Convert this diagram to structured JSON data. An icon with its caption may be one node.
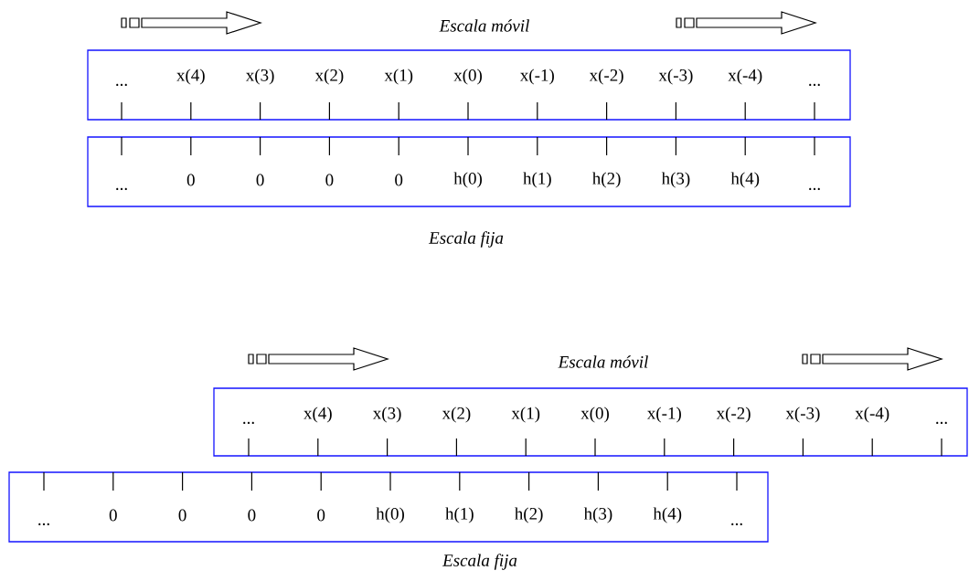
{
  "diagram": {
    "nodes": [
      {
        "text": [
          "Escala móvil",
          "...",
          "x(4)",
          "x(3)",
          "x(2)",
          "x(1)",
          "x(0)",
          "x(-1)",
          "x(-2)",
          "x(-3)",
          "x(-4)",
          "..."
        ]
      },
      {
        "text": [
          "Escala fija",
          "...",
          "0",
          "0",
          "0",
          "0",
          "h(0)",
          "h(1)",
          "h(2)",
          "h(3)",
          "h(4)",
          "..."
        ]
      },
      {
        "text": [
          "Escala móvil",
          "...",
          "x(4)",
          "x(3)",
          "x(2)",
          "x(1)",
          "x(0)",
          "x(-1)",
          "x(-2)",
          "x(-3)",
          "x(-4)",
          "..."
        ]
      },
      {
        "text": [
          "Escala fija",
          "...",
          "0",
          "0",
          "0",
          "0",
          "h(0)",
          "h(1)",
          "h(2)",
          "h(3)",
          "h(4)",
          "..."
        ]
      }
    ]
  }
}
